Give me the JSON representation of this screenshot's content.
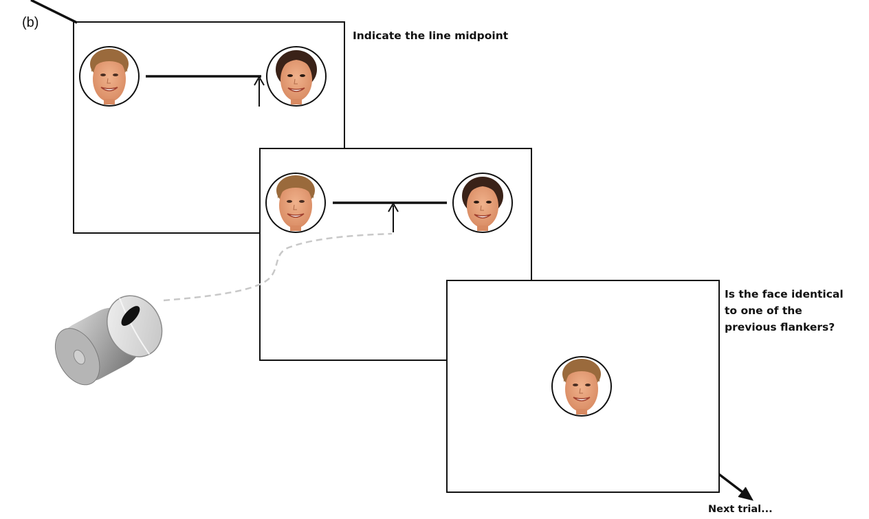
{
  "panel_label": "(b)",
  "instructions": {
    "line_midpoint": "Indicate the line midpoint",
    "face_question": [
      "Is the face identical",
      "to one of the",
      "previous flankers?"
    ],
    "next_trial": "Next trial..."
  },
  "colors": {
    "frame": "#111111",
    "skin": "#e29b74",
    "hair_blonde": "#9a6a3c",
    "hair_dark": "#3a2218",
    "cursor_path": "#c8c8c8",
    "mouse_body": "#9a9a9a"
  },
  "icons": [
    "face-portrait-icon",
    "upward-arrow-icon",
    "computer-mouse-icon",
    "next-arrow-icon"
  ]
}
